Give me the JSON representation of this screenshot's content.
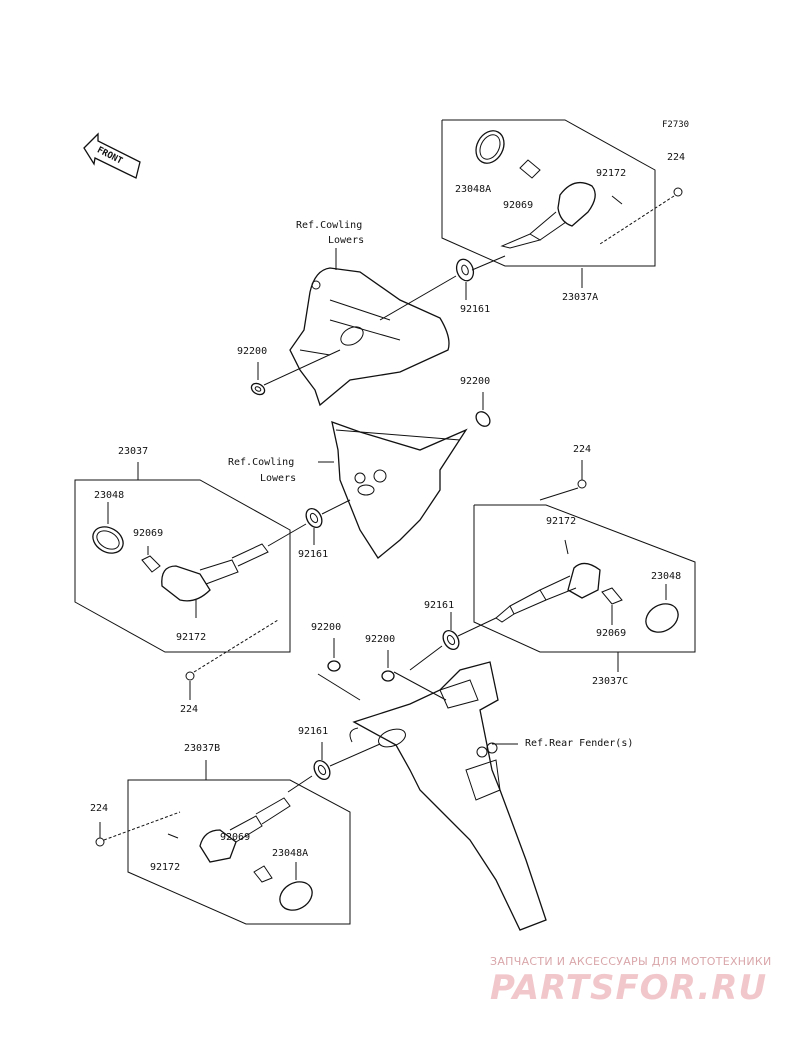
{
  "diagram_code": "F2730",
  "front_arrow_label": "FRONT",
  "labels": {
    "p23048A_top": "23048A",
    "p92069_top": "92069",
    "p92172_top": "92172",
    "p224_top": "224",
    "p23037A": "23037A",
    "p92161_top": "92161",
    "p92200_left": "92200",
    "p92200_mid": "92200",
    "ref_cowling_1_a": "Ref.Cowling",
    "ref_cowling_1_b": "Lowers",
    "ref_cowling_2_a": "Ref.Cowling",
    "ref_cowling_2_b": "Lowers",
    "p23037": "23037",
    "p23048_left": "23048",
    "p92069_left": "92069",
    "p92172_left": "92172",
    "p224_left_bottom": "224",
    "p92161_mid": "92161",
    "p224_right": "224",
    "p92172_right": "92172",
    "p23048_right": "23048",
    "p92161_right": "92161",
    "p92069_right": "92069",
    "p23037C": "23037C",
    "p92200_lower_a": "92200",
    "p92200_lower_b": "92200",
    "ref_rear_fender": "Ref.Rear Fender(s)",
    "p92161_low": "92161",
    "p23037B": "23037B",
    "p224_low": "224",
    "p92069_low": "92069",
    "p92172_low": "92172",
    "p23048A_low": "23048A"
  },
  "watermark": {
    "tagline": "ЗАПЧАСТИ И АКСЕССУАРЫ ДЛЯ МОТОТЕХНИКИ",
    "logo": "PARTSFOR.RU"
  }
}
